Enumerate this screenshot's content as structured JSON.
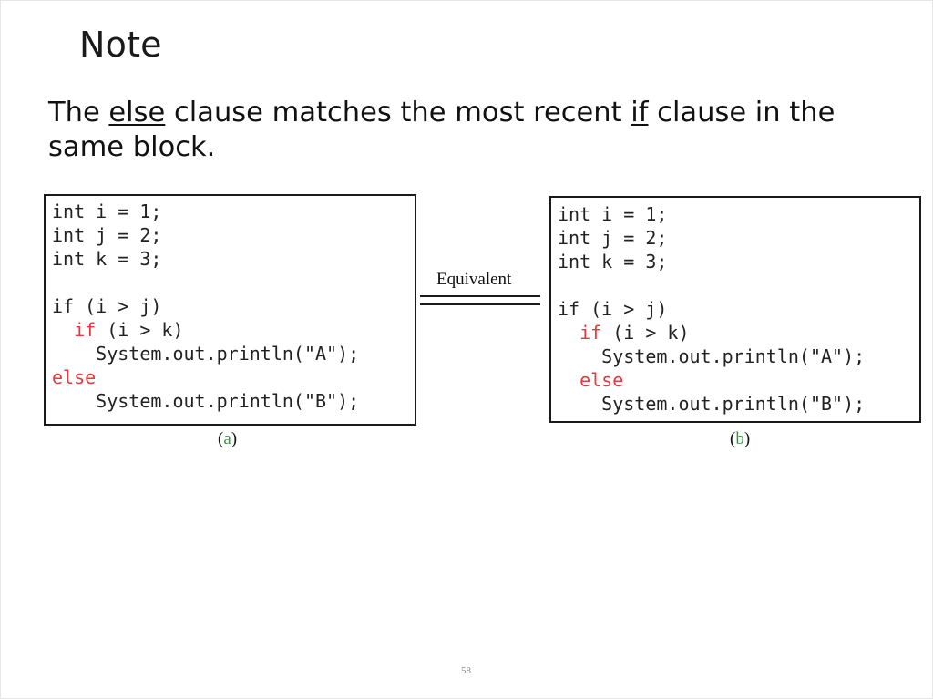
{
  "slide": {
    "title": "Note",
    "lead": {
      "part1": "The ",
      "else_word": "else",
      "part2": " clause matches the most recent ",
      "if_word": "if",
      "part3": " clause in the same block."
    },
    "code_a": [
      {
        "indent": "",
        "kw": "",
        "text": "int i = 1;"
      },
      {
        "indent": "",
        "kw": "",
        "text": "int j = 2;"
      },
      {
        "indent": "",
        "kw": "",
        "text": "int k = 3;"
      },
      {
        "indent": "",
        "kw": "",
        "text": ""
      },
      {
        "indent": "",
        "kw": "",
        "text": "if (i > j)"
      },
      {
        "indent": "  ",
        "kw": "if",
        "text": " (i > k)"
      },
      {
        "indent": "    ",
        "kw": "",
        "text": "System.out.println(\"A\");"
      },
      {
        "indent": "",
        "kw": "else",
        "text": ""
      },
      {
        "indent": "    ",
        "kw": "",
        "text": "System.out.println(\"B\");"
      }
    ],
    "code_b": [
      {
        "indent": "",
        "kw": "",
        "text": "int i = 1;"
      },
      {
        "indent": "",
        "kw": "",
        "text": "int j = 2;"
      },
      {
        "indent": "",
        "kw": "",
        "text": "int k = 3;"
      },
      {
        "indent": "",
        "kw": "",
        "text": ""
      },
      {
        "indent": "",
        "kw": "",
        "text": "if (i > j)"
      },
      {
        "indent": "  ",
        "kw": "if",
        "text": " (i > k)"
      },
      {
        "indent": "    ",
        "kw": "",
        "text": "System.out.println(\"A\");"
      },
      {
        "indent": "  ",
        "kw": "else",
        "text": ""
      },
      {
        "indent": "    ",
        "kw": "",
        "text": "System.out.println(\"B\");"
      }
    ],
    "equivalent_label": "Equivalent",
    "caption_a": {
      "open": "(",
      "letter": "a",
      "close": ")"
    },
    "caption_b": {
      "open": "(",
      "letter": "b",
      "close": ")"
    },
    "page_number": "58",
    "colors": {
      "keyword": "#e8383d",
      "caption_letter": "#2e9e3b"
    }
  }
}
